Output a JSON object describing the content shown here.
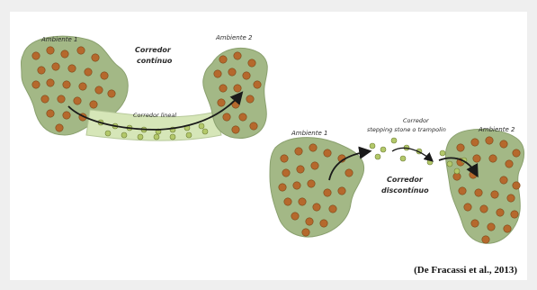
{
  "labels": {
    "left_env_1": "Ambiente 1",
    "left_env_2": "Ambiente 2",
    "corridor_continuous": [
      "Corredor",
      "contínuo"
    ],
    "corridor_linear": "Corredor lineal",
    "right_env_1": "Ambiente 1",
    "right_env_2": "Ambiente 2",
    "stepping_stone": [
      "Corredor",
      "stepping stone o trampolin"
    ],
    "corridor_discontinuous": [
      "Corredor",
      "discontínuo"
    ]
  },
  "citation": "(De Fracassi et al., 2013)",
  "colors": {
    "habitat_fill": "#a3b886",
    "corridor_fill": "#d6e6b8",
    "tree_dot": "#b5692d",
    "stepping_dot": "#b3c86a",
    "arrow": "#1a1a1a",
    "page_bg": "#efefef"
  }
}
